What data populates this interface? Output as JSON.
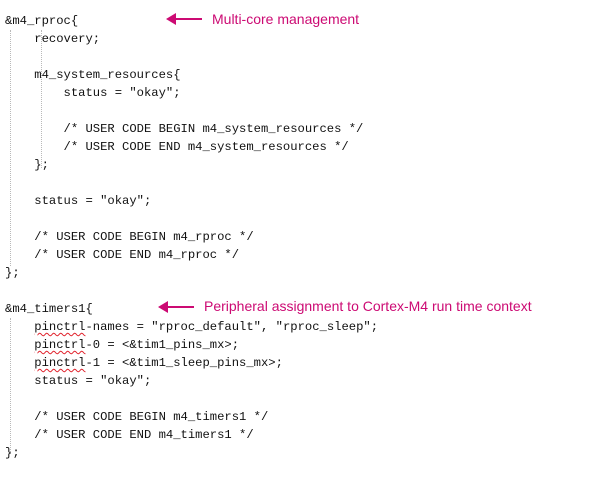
{
  "code_lines": [
    "&m4_rproc{",
    "    recovery;",
    "",
    "    m4_system_resources{",
    "        status = \"okay\";",
    "",
    "        /* USER CODE BEGIN m4_system_resources */",
    "        /* USER CODE END m4_system_resources */",
    "    };",
    "",
    "    status = \"okay\";",
    "",
    "    /* USER CODE BEGIN m4_rproc */",
    "    /* USER CODE END m4_rproc */",
    "};",
    "",
    "&m4_timers1{",
    "    pinctrl-names = \"rproc_default\", \"rproc_sleep\";",
    "    pinctrl-0 = <&tim1_pins_mx>;",
    "    pinctrl-1 = <&tim1_sleep_pins_mx>;",
    "    status = \"okay\";",
    "",
    "    /* USER CODE BEGIN m4_timers1 */",
    "    /* USER CODE END m4_timers1 */",
    "};"
  ],
  "squiggle_words": [
    "pinctrl"
  ],
  "annotations": [
    {
      "text": "Multi-core management",
      "icon": "left-arrow-icon"
    },
    {
      "text": "Peripheral assignment to Cortex-M4 run time context",
      "icon": "left-arrow-icon"
    }
  ],
  "colors": {
    "annotation": "#cc0a73",
    "code_text": "#111111",
    "spell_check_underline": "#e0202a",
    "indent_guide": "#b9b9b9"
  }
}
